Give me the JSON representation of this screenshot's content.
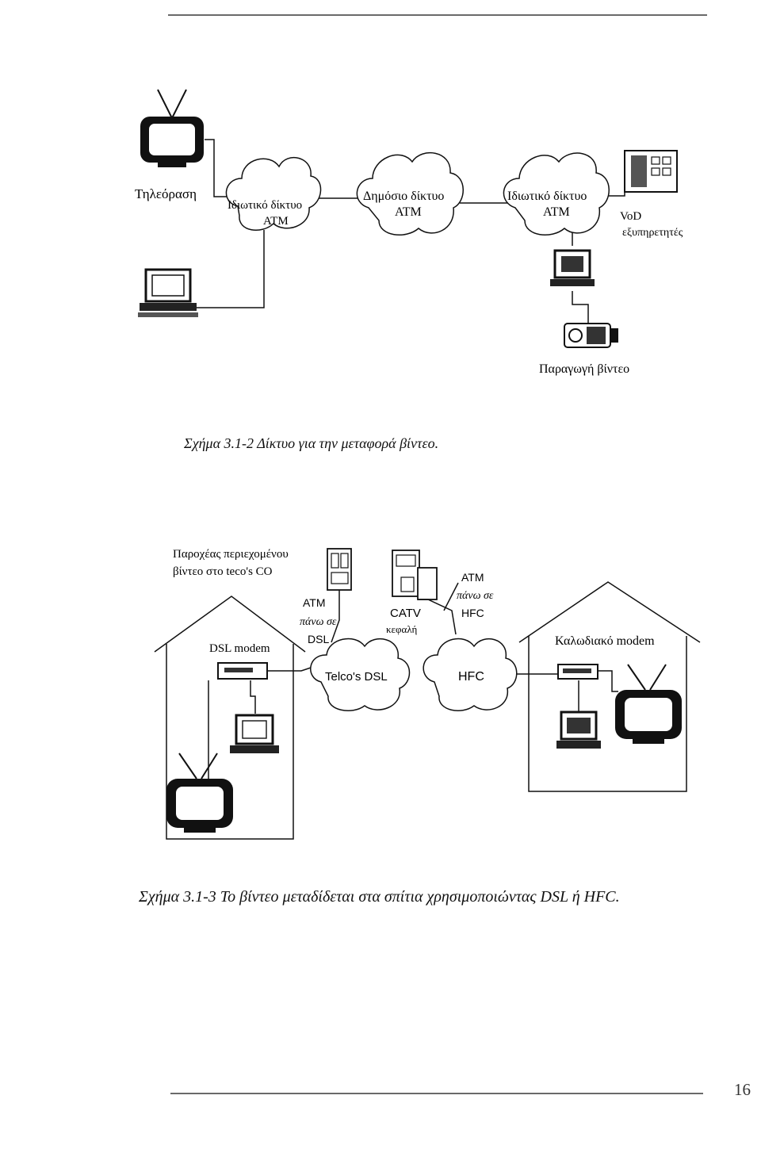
{
  "header_rule": true,
  "figure1": {
    "tv_label": "Τηλεόραση",
    "cloud_private_1": [
      "Ιδιωτικό δίκτυο",
      "ATM"
    ],
    "cloud_public": [
      "Δημόσιο δίκτυο",
      "ATM"
    ],
    "cloud_private_2": [
      "Ιδιωτικό δίκτυο",
      "ATM"
    ],
    "vod_label": [
      "VoD",
      "εξυπηρετητές"
    ],
    "production_label": "Παραγωγή βίντεο",
    "caption": "Σχήμα 3.1-2 Δίκτυο για την μεταφορά βίντεο."
  },
  "figure2": {
    "provider_label": [
      "Παροχέας περιεχομένου",
      "βίντεο στο teco's CO"
    ],
    "atm_over_dsl": [
      "ATM",
      "πάνω σε",
      "DSL"
    ],
    "catv_label": [
      "CATV",
      "κεφαλή"
    ],
    "atm_over_hfc": [
      "ATM",
      "πάνω σε",
      "HFC"
    ],
    "dsl_modem_label": "DSL modem",
    "cable_modem_label": "Καλωδιακό modem",
    "cloud_telco": "Telco's DSL",
    "cloud_hfc": "HFC",
    "caption": "Σχήμα 3.1-3 Το βίντεο μεταδίδεται στα σπίτια χρησιμοποιώντας DSL ή HFC."
  },
  "page_number": "16"
}
